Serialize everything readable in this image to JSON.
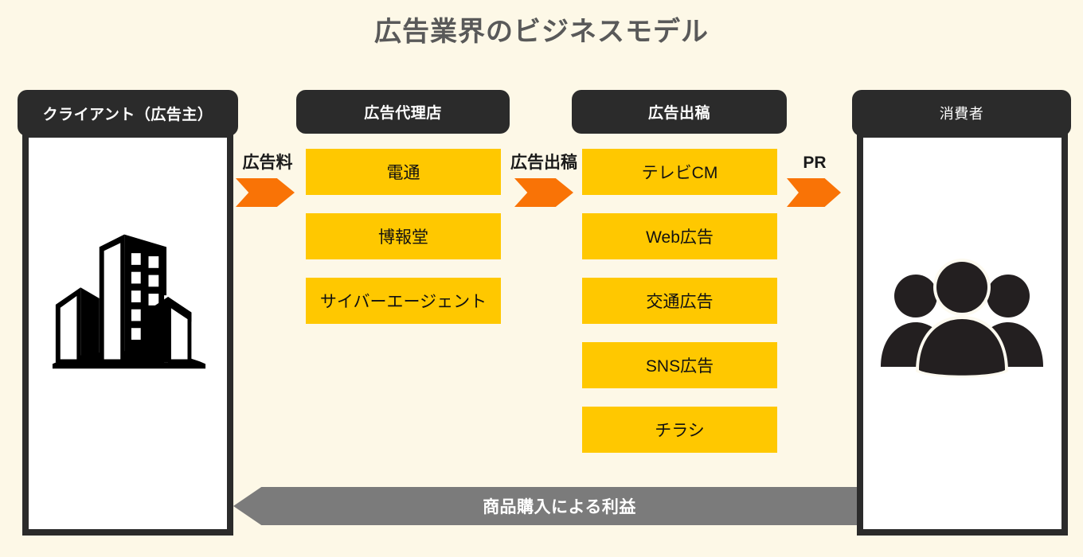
{
  "title": "広告業界のビジネスモデル",
  "theme": {
    "background": "#fdf8e7",
    "dark": "#2b2b2b",
    "amber": "#ffc800",
    "orange": "#f97306",
    "gray_arrow": "#7b7b7b",
    "title_color": "#595959",
    "panel_fill": "#ffffff"
  },
  "columns": [
    {
      "header": "クライアント（広告主）",
      "icon": "office-building-icon"
    },
    {
      "header": "広告代理店",
      "items": [
        "電通",
        "博報堂",
        "サイバーエージェント"
      ]
    },
    {
      "header": "広告出稿",
      "items": [
        "テレビCM",
        "Web広告",
        "交通広告",
        "SNS広告",
        "チラシ"
      ]
    },
    {
      "header": "消費者",
      "icon": "people-group-icon"
    }
  ],
  "arrows": [
    {
      "label": "広告料",
      "direction": "right",
      "color": "#f97306"
    },
    {
      "label": "広告出稿",
      "direction": "right",
      "color": "#f97306"
    },
    {
      "label": "PR",
      "direction": "right",
      "color": "#f97306"
    }
  ],
  "return_flow": {
    "label": "商品購入による利益",
    "direction": "left",
    "color": "#7b7b7b"
  }
}
